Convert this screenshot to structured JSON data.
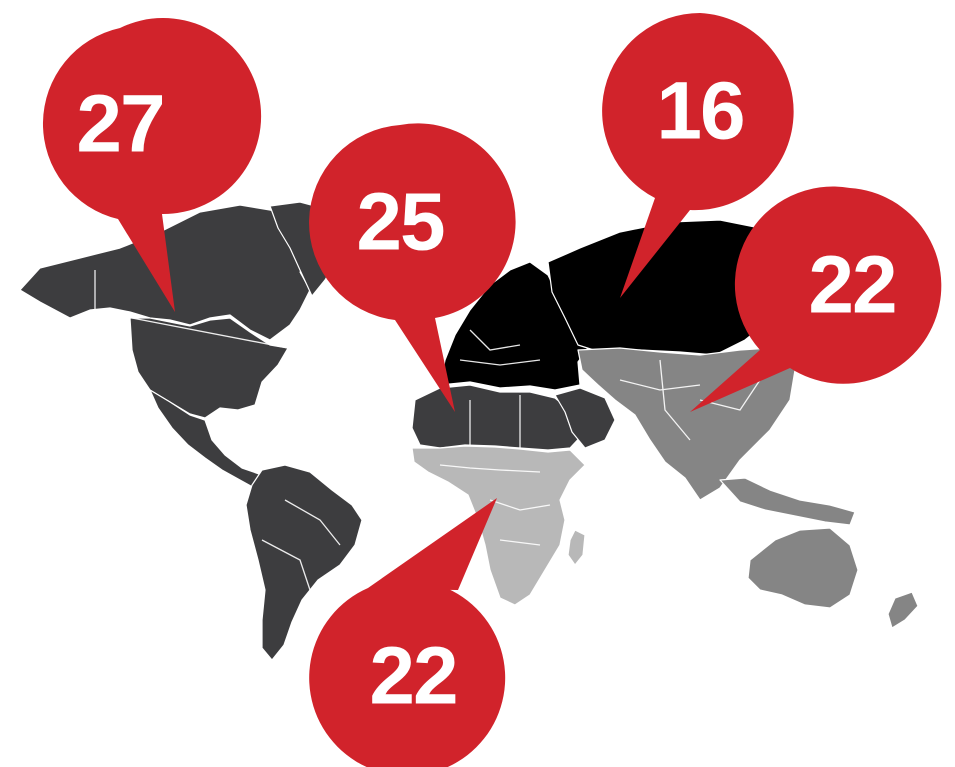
{
  "colors": {
    "background": "#ffffff",
    "americas_and_north_africa": "#3d3d3f",
    "europe_and_russia": "#000000",
    "asia_and_oceania": "#858585",
    "sub_saharan_africa": "#b8b8b8",
    "borders": "#ffffff",
    "pin": "#d1232b",
    "pin_text": "#ffffff"
  },
  "regions": [
    {
      "id": "americas",
      "shade": "americas_and_north_africa"
    },
    {
      "id": "north-africa-middle-east",
      "shade": "americas_and_north_africa"
    },
    {
      "id": "europe-russia",
      "shade": "europe_and_russia"
    },
    {
      "id": "asia-pacific",
      "shade": "asia_and_oceania"
    },
    {
      "id": "sub-saharan-africa",
      "shade": "sub_saharan_africa"
    }
  ],
  "pins": [
    {
      "id": "americas",
      "value": "27"
    },
    {
      "id": "europe-north-africa",
      "value": "25"
    },
    {
      "id": "russia",
      "value": "16"
    },
    {
      "id": "asia-pacific",
      "value": "22"
    },
    {
      "id": "sub-saharan-africa",
      "value": "22"
    }
  ]
}
